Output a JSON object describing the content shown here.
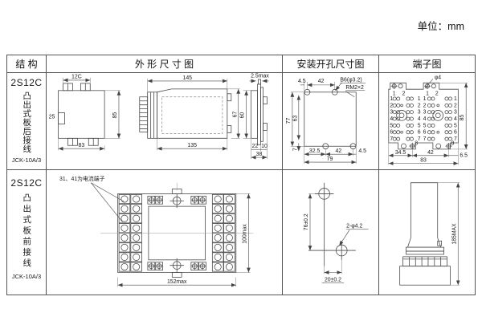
{
  "meta": {
    "unit_label": "单位：mm"
  },
  "header": {
    "structure": "结 构",
    "outline": "外 形 尺 寸 图",
    "mounting": "安装开孔尺寸图",
    "terminal": "端子图"
  },
  "rows": [
    {
      "model": "2S12C",
      "structure_text": "凸出式板后接线",
      "type_code": "JCK-10A/3",
      "outline": {
        "front": {
          "width_label": "12C",
          "notch": "25",
          "height": "85",
          "width": "83"
        },
        "side": {
          "length": "145",
          "inner_length": "135",
          "height": "67"
        },
        "flange": {
          "thickness": "2.5max",
          "height": "60",
          "depth_front": "22",
          "depth_rear": "10",
          "depth_total": "38"
        }
      },
      "mounting": {
        "top_offset": "4.5",
        "top_span": "42",
        "hole_label": "B6(φ3.2)",
        "thread_label": "RM2×2",
        "height_outer": "77",
        "height_inner": "63",
        "bottom_offset": "7",
        "bottom_a": "32.5",
        "bottom_b": "42",
        "bottom_c": "4.5",
        "bottom_total": "79"
      },
      "terminal": {
        "hole_label": "φ4",
        "height": "85",
        "bottom_a": "34.5",
        "bottom_b": "42",
        "bottom_c": "6.5",
        "bottom_total": "83",
        "screw_dim": "8",
        "top_cols": [
          "1",
          "2",
          "1",
          "2"
        ],
        "row_numbers": [
          "1",
          "2",
          "3",
          "4",
          "5",
          "6",
          "7"
        ]
      }
    },
    {
      "model": "2S12C",
      "structure_text": "凸出式板前接线",
      "type_code": "JCK-10A/3",
      "outline": {
        "note": "31、41为电流端子",
        "height": "100max",
        "width": "152max"
      },
      "mounting": {
        "vertical": "76±0.2",
        "horizontal": "20±0.2",
        "hole_label": "2-φ4.2"
      },
      "terminal": {
        "height": "185MAX"
      }
    }
  ]
}
